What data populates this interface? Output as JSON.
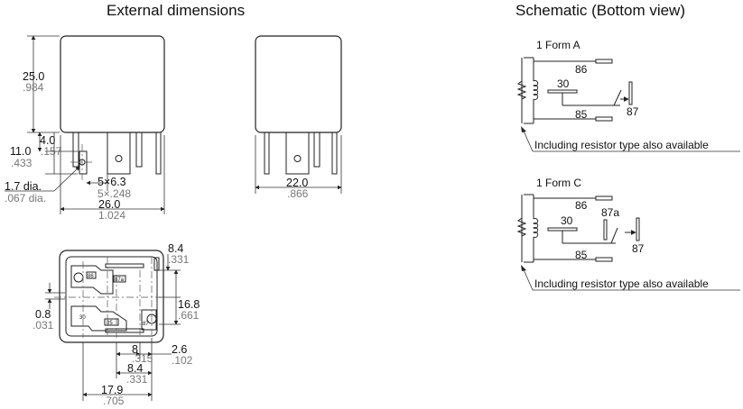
{
  "headings": {
    "external": "External dimensions",
    "schematic": "Schematic (Bottom view)"
  },
  "dims": {
    "height_mm": "25.0",
    "height_in": ".984",
    "pin_len_mm": "4.0",
    "pin_len_in": ".157",
    "pin_offset_mm": "11.0",
    "pin_offset_in": ".433",
    "hole_mm": "1.7 dia.",
    "hole_in": ".067 dia.",
    "terminal_mm": "5×6.3",
    "terminal_in": "5×.248",
    "width_mm": "26.0",
    "width_in": "1.024",
    "depth_mm": "22.0",
    "depth_in": ".866"
  },
  "bottom": {
    "d1_mm": "8.4",
    "d1_in": ".331",
    "d2_mm": "16.8",
    "d2_in": ".661",
    "d3_mm": "0.8",
    "d3_in": ".031",
    "d4_mm": "8",
    "d4_in": ".315",
    "d5_mm": "2.6",
    "d5_in": ".102",
    "d6_mm": "8.4",
    "d6_in": ".331",
    "d7_mm": "17.9",
    "d7_in": ".705",
    "pins": [
      "86",
      "87a",
      "30",
      "85",
      "87"
    ]
  },
  "form_a": {
    "title": "1 Form A",
    "t86": "86",
    "t30": "30",
    "t85": "85",
    "t87": "87",
    "note": "Including resistor type also available"
  },
  "form_c": {
    "title": "1 Form C",
    "t86": "86",
    "t87a": "87a",
    "t30": "30",
    "t85": "85",
    "t87": "87",
    "note": "Including resistor type also available"
  }
}
